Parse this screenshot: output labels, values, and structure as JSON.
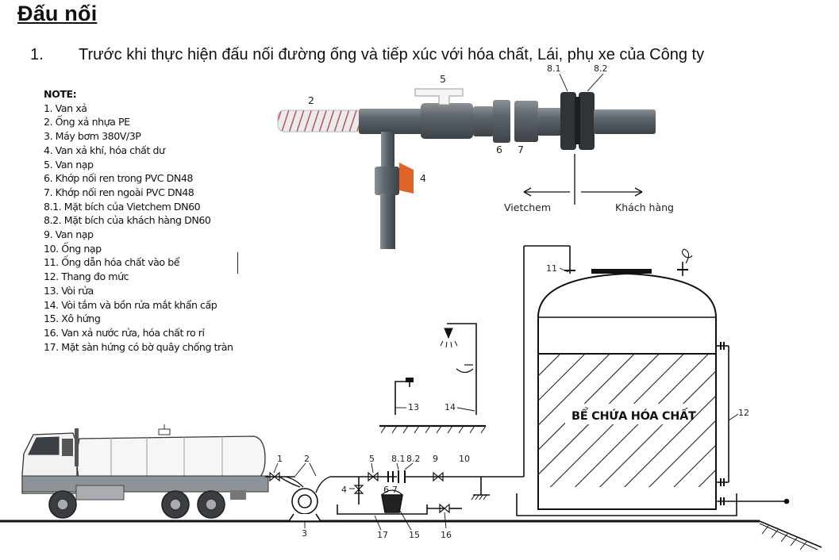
{
  "heading": "Đấu nối",
  "list_item": {
    "number": "1.",
    "text": "Trước khi thực hiện đấu nối đường ống và tiếp xúc với hóa chất, Lái, phụ xe của Công ty"
  },
  "note": {
    "title": "NOTE:",
    "items": [
      "1. Van xả",
      "2. Ống xả nhựa PE",
      "3. Máy bơm 380V/3P",
      "4. Van xả khí, hóa chất dư",
      "5. Van nạp",
      "6. Khớp nối ren trong PVC DN48",
      "7. Khớp nối ren ngoài PVC DN48",
      "8.1. Mặt bích của Vietchem DN60",
      "8.2. Mặt bích của khách hàng DN60",
      "9. Van nạp",
      "10. Ống nạp",
      "11. Ống dẫn hóa chất vào bể",
      "12. Thang đo mức",
      "13. Vòi rửa",
      "14. Vòi tắm và bồn rửa mắt khẩn cấp",
      "15. Xô hứng",
      "16. Van xả nước rửa, hóa chất ro rỉ",
      "17. Mặt sàn hứng có bờ quây chống tràn"
    ]
  },
  "photo_labels": {
    "l2": "2",
    "l5": "5",
    "l4": "4",
    "l6": "6",
    "l7": "7",
    "l81": "8.1",
    "l82": "8.2",
    "left_side": "Vietchem",
    "right_side": "Khách hàng"
  },
  "diagram_labels": {
    "tank": "BỂ CHỨA HÓA CHẤT",
    "n1": "1",
    "n2": "2",
    "n3": "3",
    "n4": "4",
    "n5": "5",
    "n6": "6",
    "n7": "7",
    "n81": "8.1",
    "n82": "8.2",
    "n9": "9",
    "n10": "10",
    "n11": "11",
    "n12": "12",
    "n13": "13",
    "n14": "14",
    "n15": "15",
    "n16": "16",
    "n17": "17"
  }
}
